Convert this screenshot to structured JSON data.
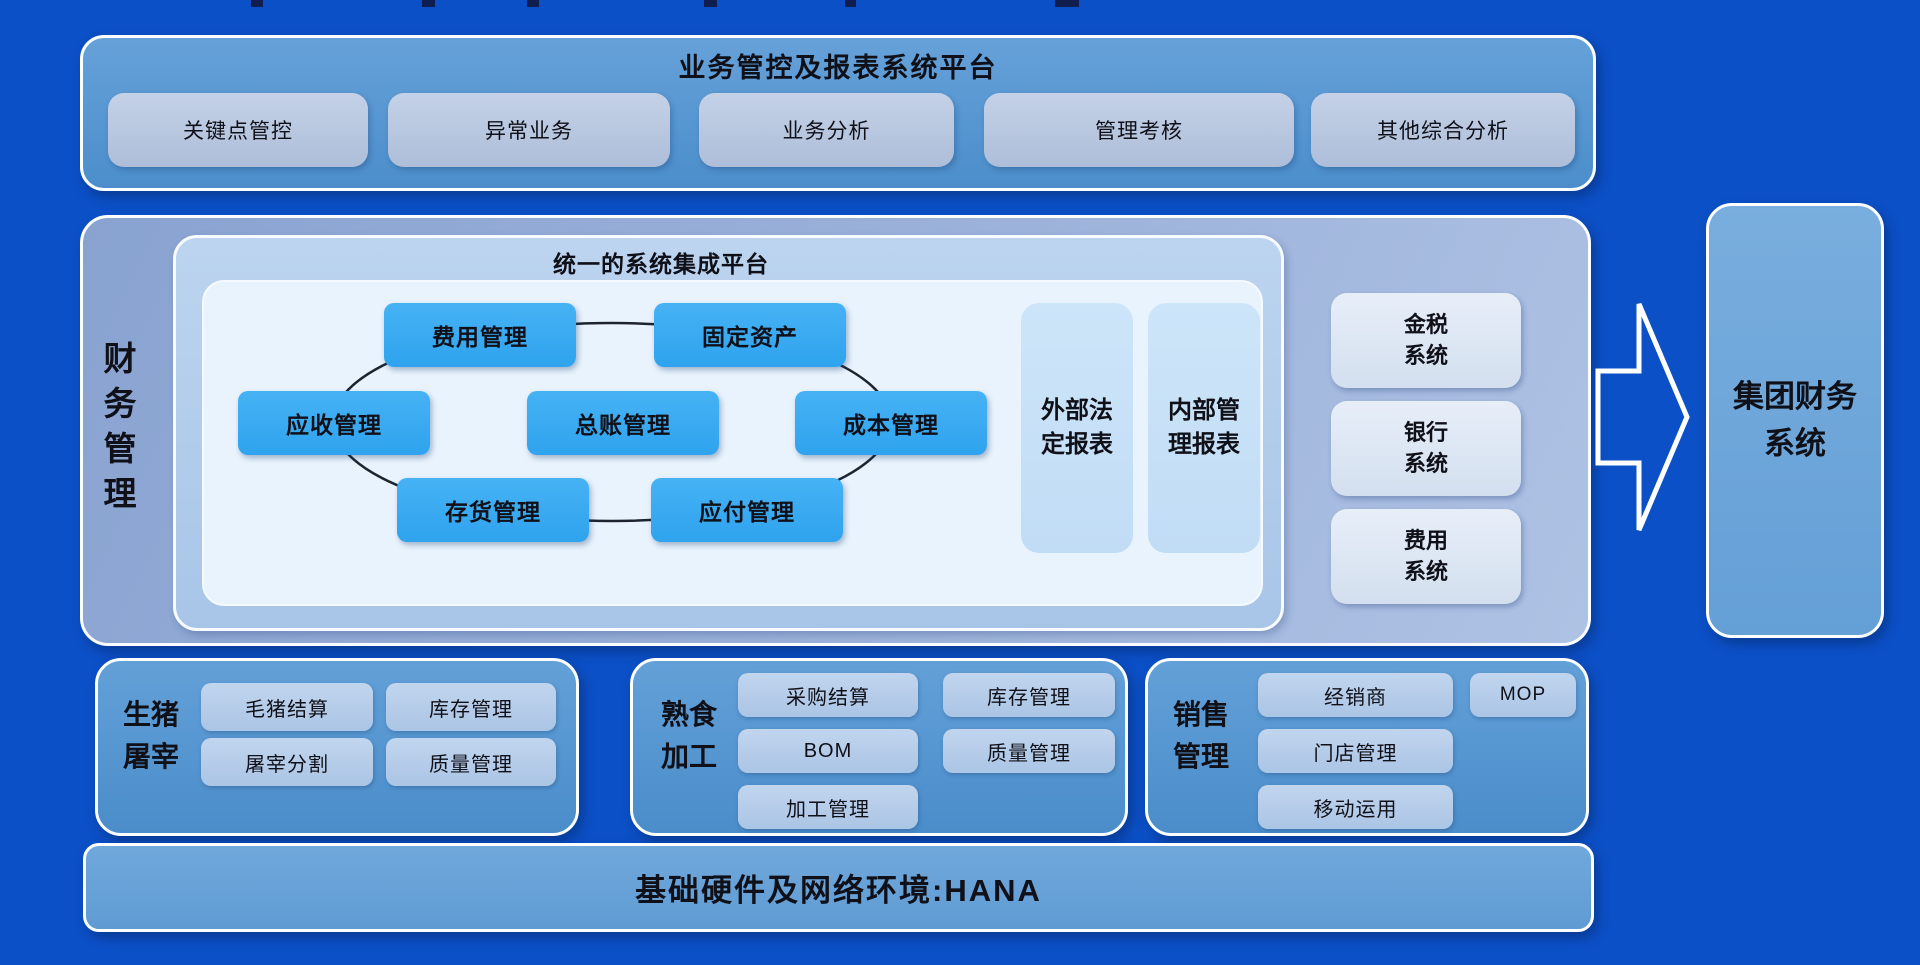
{
  "top_platform": {
    "title": "业务管控及报表系统平台",
    "buttons": [
      "关键点管控",
      "异常业务",
      "业务分析",
      "管理考核",
      "其他综合分析"
    ]
  },
  "finance": {
    "side_label": "财务管理",
    "integration_title": "统一的系统集成平台",
    "modules": [
      "费用管理",
      "固定资产",
      "应收管理",
      "总账管理",
      "成本管理",
      "存货管理",
      "应付管理"
    ],
    "report_columns": [
      {
        "label": "外部法定报表",
        "lines": [
          "外部法",
          "定报表"
        ]
      },
      {
        "label": "内部管理报表",
        "lines": [
          "内部管",
          "理报表"
        ]
      }
    ],
    "external_systems": [
      {
        "label": "金税系统",
        "lines": [
          "金税",
          "系统"
        ]
      },
      {
        "label": "银行系统",
        "lines": [
          "银行",
          "系统"
        ]
      },
      {
        "label": "费用系统",
        "lines": [
          "费用",
          "系统"
        ]
      }
    ]
  },
  "group_finance": {
    "label": "集团财务系统",
    "lines": [
      "集团财务",
      "系统"
    ]
  },
  "sections": {
    "slaughter": {
      "label": "生猪屠宰",
      "lines": [
        "生猪",
        "屠宰"
      ],
      "buttons": [
        "毛猪结算",
        "库存管理",
        "屠宰分割",
        "质量管理"
      ]
    },
    "cooked_food": {
      "label": "熟食加工",
      "lines": [
        "熟食",
        "加工"
      ],
      "buttons": [
        "采购结算",
        "库存管理",
        "BOM",
        "质量管理",
        "加工管理"
      ]
    },
    "sales": {
      "label": "销售管理",
      "lines": [
        "销售",
        "管理"
      ],
      "buttons": [
        "经销商",
        "MOP",
        "门店管理",
        "移动运用"
      ]
    }
  },
  "infrastructure": {
    "label": "基础硬件及网络环境:HANA"
  },
  "colors": {
    "page_background": "#0c50c7",
    "section_panel": "#5496d1",
    "finance_panel": "#9cb2da",
    "integration_panel": "#b0cbea",
    "core_panel": "#e9f3fd",
    "module_box": "#3bacf2",
    "report_column": "#c8e2f8",
    "system_card": "#dde7f3",
    "group_finance_box": "#6ea7db",
    "button_pill": "#bac8df",
    "text": "#101018",
    "border": "#ffffff"
  }
}
